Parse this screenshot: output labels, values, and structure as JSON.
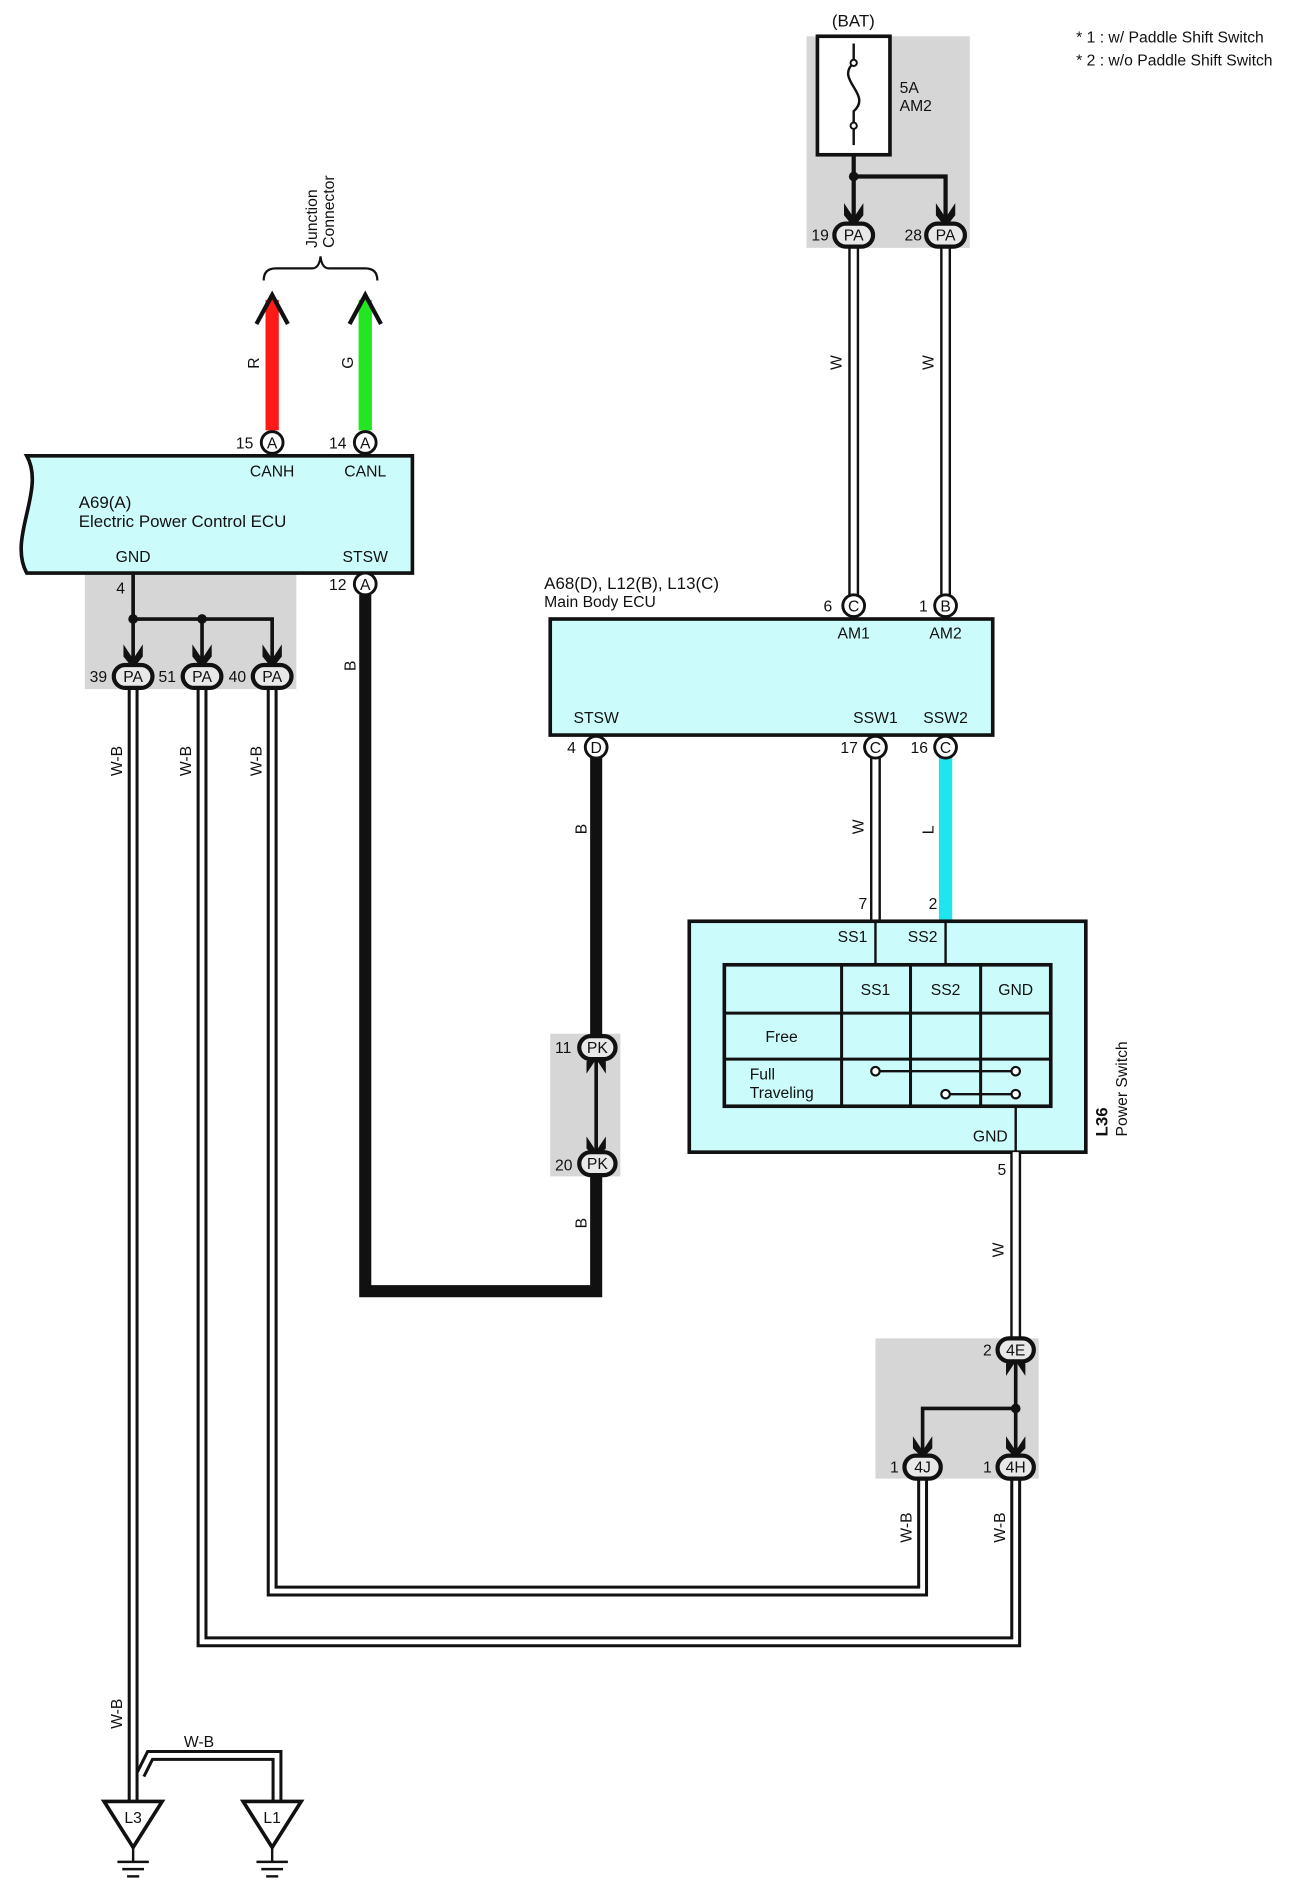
{
  "notes": [
    "* 1 : w/ Paddle Shift Switch",
    "* 2 : w/o Paddle Shift Switch"
  ],
  "bat": {
    "label": "(BAT)",
    "fuse_rating": "5A",
    "fuse_name": "AM2"
  },
  "junction": {
    "line1": "Junction",
    "line2": "Connector"
  },
  "ecu_a69": {
    "id": "A69(A)",
    "name": "Electric Power Control ECU",
    "pins": {
      "canh": "CANH",
      "canl": "CANL",
      "gnd": "GND",
      "stsw": "STSW"
    }
  },
  "ecu_main": {
    "id": "A68(D), L12(B), L13(C)",
    "name": "Main Body ECU",
    "pins": {
      "am1": "AM1",
      "am2": "AM2",
      "stsw": "STSW",
      "ssw1": "SSW1",
      "ssw2": "SSW2"
    }
  },
  "power_switch": {
    "id": "L36",
    "name": "Power Switch",
    "pins": {
      "ss1": "SS1",
      "ss2": "SS2",
      "gnd": "GND"
    },
    "table": {
      "headers": [
        "SS1",
        "SS2",
        "GND"
      ],
      "rows": [
        "Free",
        "Full",
        "Traveling"
      ]
    }
  },
  "connectors": {
    "c15": {
      "num": "15",
      "code": "A"
    },
    "c14": {
      "num": "14",
      "code": "A"
    },
    "c12": {
      "num": "12",
      "code": "A"
    },
    "c4a": {
      "num": "4",
      "code": ""
    },
    "c39": {
      "num": "39",
      "code": "PA"
    },
    "c51": {
      "num": "51",
      "code": "PA"
    },
    "c40": {
      "num": "40",
      "code": "PA"
    },
    "c19": {
      "num": "19",
      "code": "PA"
    },
    "c28": {
      "num": "28",
      "code": "PA"
    },
    "c6": {
      "num": "6",
      "code": "C"
    },
    "c1b": {
      "num": "1",
      "code": "B"
    },
    "c4d": {
      "num": "4",
      "code": "D"
    },
    "c17": {
      "num": "17",
      "code": "C"
    },
    "c16": {
      "num": "16",
      "code": "C"
    },
    "c7": {
      "num": "7",
      "code": ""
    },
    "c2": {
      "num": "2",
      "code": ""
    },
    "c11": {
      "num": "11",
      "code": "PK"
    },
    "c20": {
      "num": "20",
      "code": "PK"
    },
    "c5": {
      "num": "5",
      "code": ""
    },
    "c2e": {
      "num": "2",
      "code": "4E"
    },
    "c1j": {
      "num": "1",
      "code": "4J"
    },
    "c1h": {
      "num": "1",
      "code": "4H"
    }
  },
  "wire_colors": {
    "r": "R",
    "g": "G",
    "b": "B",
    "w": "W",
    "l": "L",
    "wb": "W-B"
  },
  "grounds": {
    "l3": "L3",
    "l1": "L1"
  },
  "colors": {
    "red": "#ff1a1a",
    "green": "#22e622",
    "black": "#111111",
    "light_blue": "#1fe6ec",
    "box_fill": "#ccfbfc",
    "shade": "#d6d6d6"
  }
}
